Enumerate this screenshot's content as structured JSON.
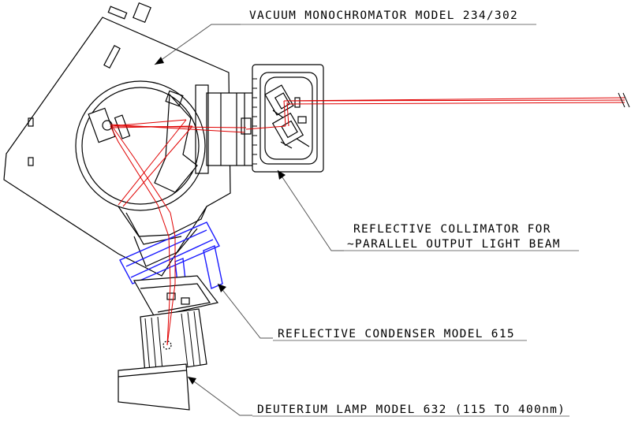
{
  "labels": {
    "monochromator": "VACUUM MONOCHROMATOR MODEL 234/302",
    "collimator_line1": "REFLECTIVE COLLIMATOR FOR",
    "collimator_line2": "~PARALLEL OUTPUT LIGHT BEAM",
    "condenser": "REFLECTIVE CONDENSER MODEL 615",
    "lamp": "DEUTERIUM LAMP MODEL 632 (115 TO 400nm)"
  },
  "colors": {
    "line": "#000000",
    "beam": "#e00000",
    "condenser": "#1a1aff",
    "leader": "#555555",
    "underline": "#777777"
  }
}
